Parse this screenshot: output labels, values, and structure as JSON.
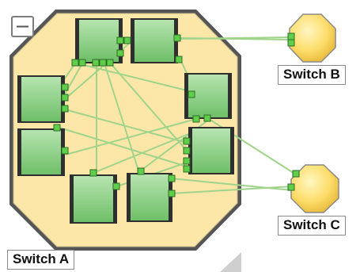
{
  "diagram": {
    "group": {
      "label": "Switch A",
      "collapse_icon": "minus-box-icon"
    },
    "external_nodes": [
      {
        "id": "switch-b",
        "label": "Switch B",
        "icon": "octagon-switch-icon"
      },
      {
        "id": "switch-c",
        "label": "Switch C",
        "icon": "octagon-switch-icon"
      }
    ],
    "colors": {
      "group_fill": "#fde7a8",
      "group_border": "#5a5a5a",
      "device_fill": "#8fd08a",
      "port_fill": "#5fcf4a",
      "link": "#9fd48a",
      "switch_fill": "#fdd860"
    }
  }
}
